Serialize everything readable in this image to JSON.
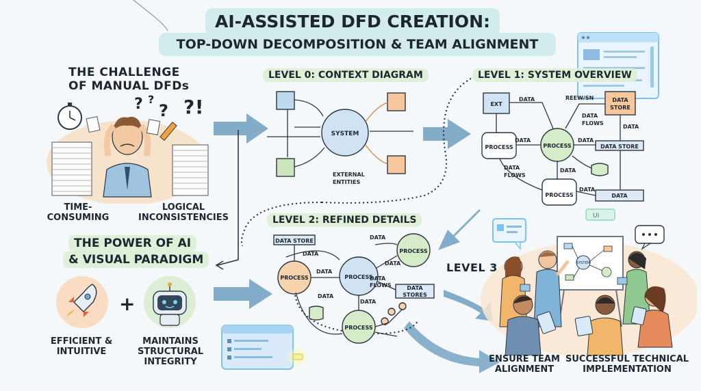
{
  "title": {
    "line1": "AI-ASSISTED DFD CREATION:",
    "line2": "TOP-DOWN DECOMPOSITION & TEAM ALIGNMENT"
  },
  "challenge": {
    "heading_line1": "THE CHALLENGE",
    "heading_line2": "OF MANUAL DFDs",
    "label_time_1": "TIME-",
    "label_time_2": "CONSUMING",
    "label_logic_1": "LOGICAL",
    "label_logic_2": "INCONSISTENCIES"
  },
  "power": {
    "heading_line1": "THE POWER OF AI",
    "heading_line2": "& VISUAL PARADIGM",
    "efficient_1": "EFFICIENT &",
    "efficient_2": "INTUITIVE",
    "maintains_1": "MAINTAINS",
    "maintains_2": "STRUCTURAL",
    "maintains_3": "INTEGRITY",
    "plus": "+"
  },
  "level0": {
    "heading": "LEVEL 0: CONTEXT DIAGRAM",
    "system": "SYSTEM",
    "external_1": "EXTERNAL",
    "external_2": "ENTITIES"
  },
  "level1": {
    "heading": "LEVEL 1: SYSTEM OVERVIEW",
    "ext": "EXT",
    "data": "DATA",
    "review": "REEW/SN",
    "data_store_1": "DATA",
    "data_store_2": "STORE",
    "process": "PROCESS",
    "data_flows_1": "DATA",
    "data_flows_2": "FLOWS",
    "data_store": "DATA STORE"
  },
  "level2": {
    "heading": "LEVEL 2: REFINED DETAILS",
    "data_store": "DATA STORE",
    "data": "DATA",
    "process": "PROCESS",
    "data_flows_1": "DATA",
    "data_flows_2": "FLOWS",
    "data_stores_1": "DATA",
    "data_stores_2": "STORES"
  },
  "level3": {
    "label": "LEVEL 3",
    "ensure_1": "ENSURE TEAM",
    "ensure_2": "ALIGNMENT",
    "success_1": "SUCCESSFUL TECHNICAL",
    "success_2": "IMPLEMENTATION",
    "board_label": "SYSTEM",
    "ui_tag": "UI"
  },
  "challenge_marks": {
    "q1": "?",
    "q2": "?",
    "q3": "?",
    "bang": "?!"
  },
  "colors": {
    "background": "#f4f8fb",
    "title_pill": "#d2ecec",
    "section_pill": "#dff0d8",
    "entity_blue": "#bcd9ee",
    "entity_orange": "#f6c79a",
    "entity_green": "#cbe8bd",
    "process_green": "#d6ecc9",
    "process_orange": "#f7d3ad",
    "process_blue": "#cfe3f4",
    "arrow_blue": "#5a8fb0",
    "flow_orange": "#d9823a"
  }
}
